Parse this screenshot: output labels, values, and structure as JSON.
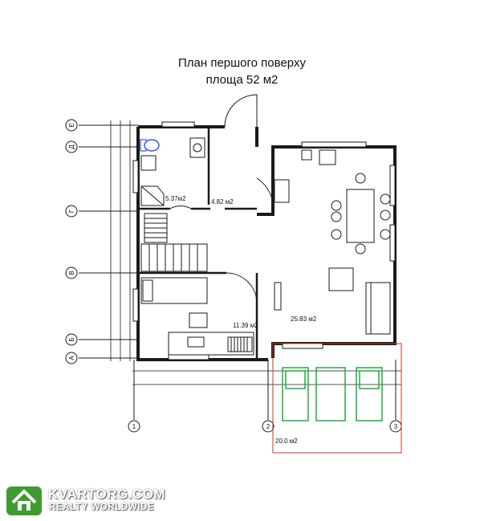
{
  "title": {
    "line1": "План першого поверху",
    "line2": "площа 52 м2"
  },
  "axes": {
    "rows": [
      "Е",
      "Д",
      "Г",
      "В",
      "Б",
      "А"
    ],
    "columns": [
      "1",
      "2",
      "3"
    ]
  },
  "rooms": [
    {
      "id": "bathroom",
      "area": "5.37м2"
    },
    {
      "id": "hall",
      "area": "4.82 м2"
    },
    {
      "id": "bedroom",
      "area": "11.39 м2"
    },
    {
      "id": "kitchen-living",
      "area": "25.83 м2"
    },
    {
      "id": "terrace",
      "area": "20.0 м2"
    }
  ],
  "watermark": {
    "brand": "KVARTORG.COM",
    "tagline": "REALTY WORLDWIDE"
  },
  "colors": {
    "walls": "#1a1a1a",
    "toilet": "#2f5bd8",
    "terrace_furniture": "#1fae3c",
    "terrace_outline": "#c0392b"
  }
}
